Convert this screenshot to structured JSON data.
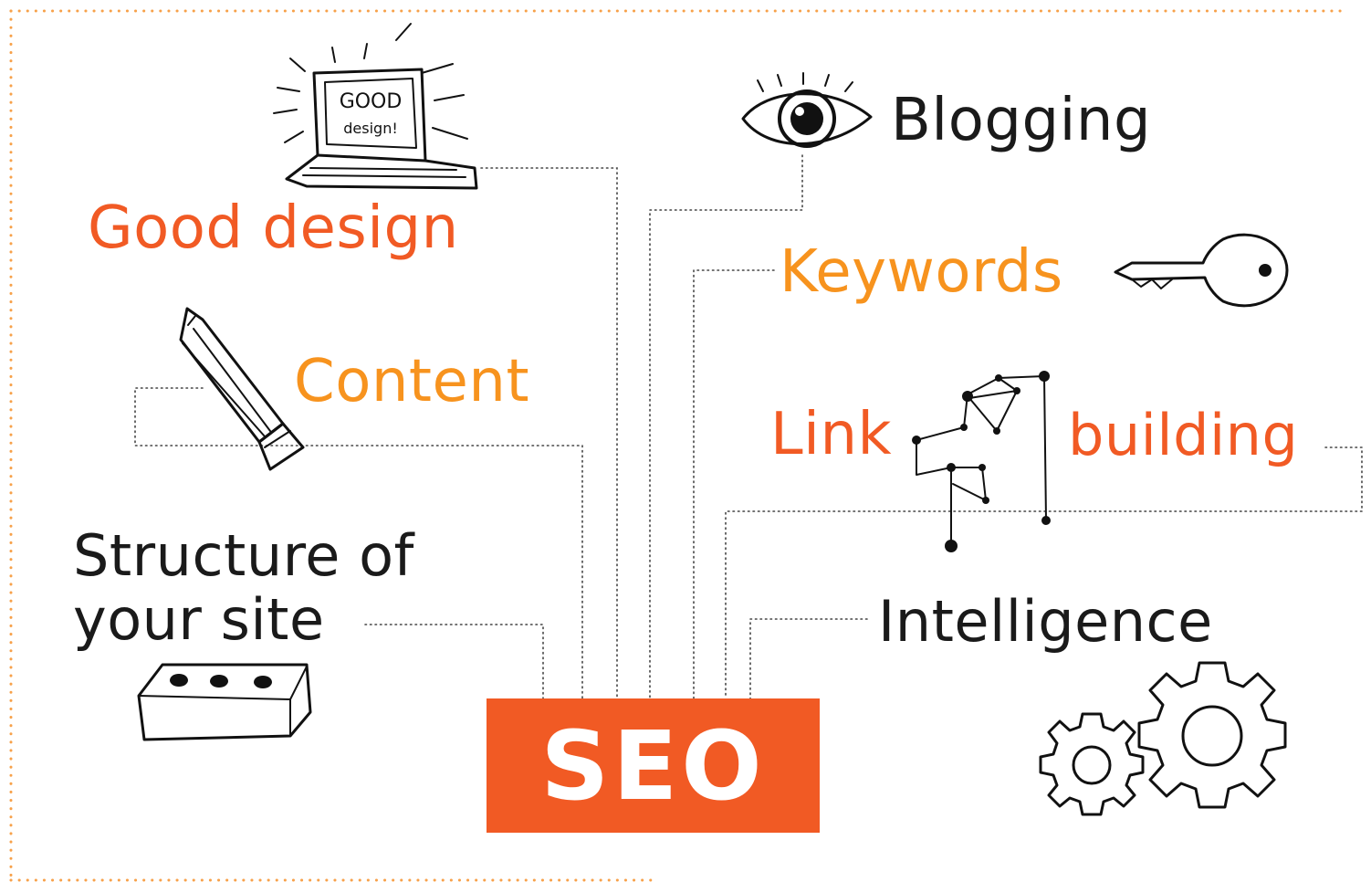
{
  "colors": {
    "accent_red": "#F15A24",
    "accent_orange": "#F7931E",
    "text_dark": "#1A1A1A",
    "frame_dots": "#F7A14A",
    "seo_box": "#F15A24"
  },
  "center": {
    "label": "SEO"
  },
  "labels": {
    "good_design": "Good design",
    "content": "Content",
    "structure_line1": "Structure of",
    "structure_line2": "your site",
    "blogging": "Blogging",
    "keywords": "Keywords",
    "link": "Link",
    "building": "building",
    "intelligence": "Intelligence"
  },
  "sketch_text": {
    "laptop_line1": "GOOD",
    "laptop_line2": "design!"
  },
  "icons": [
    "laptop-icon",
    "pencil-icon",
    "brick-icon",
    "eye-icon",
    "key-icon",
    "network-icon",
    "gears-icon"
  ]
}
